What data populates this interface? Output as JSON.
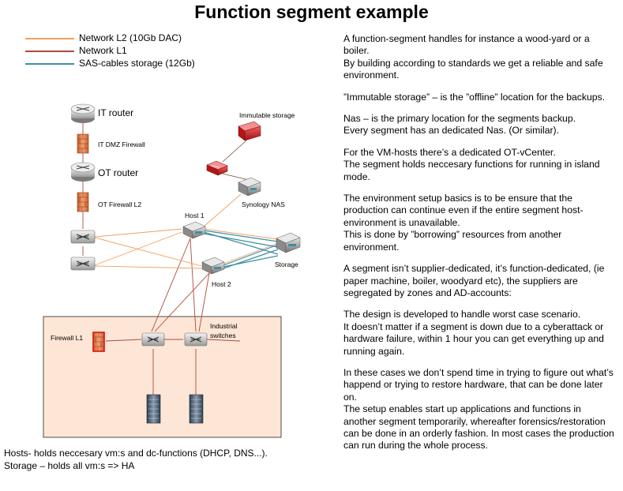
{
  "title": "Function segment example",
  "legend": [
    {
      "label": "Network L2 (10Gb DAC)",
      "color": "#f0a060"
    },
    {
      "label": "Network L1",
      "color": "#b04a3a"
    },
    {
      "label": "SAS-cables storage (12Gb)",
      "color": "#3d8fa0"
    }
  ],
  "diagram": {
    "it_router": "IT router",
    "it_dmz_firewall": "IT DMZ Firewall",
    "ot_router": "OT router",
    "ot_firewall_l2": "OT Firewall L2",
    "immutable_storage": "Immutable storage",
    "synology_nas": "Synology NAS",
    "host1": "Host 1",
    "host2": "Host 2",
    "storage": "Storage",
    "firewall_l1": "Firewall L1",
    "industrial_switches_1": "Industrial",
    "industrial_switches_2": "switches"
  },
  "description": [
    "A function-segment handles for instance a wood-yard or a boiler.\nBy building according to standards we get a reliable and safe environment.",
    "”Immutable storage” – is the ”offline” location for the backups.",
    "Nas – is the primary location for the segments backup.\nEvery segment has an dedicated Nas. (Or similar).",
    "For the VM-hosts there’s a dedicated OT-vCenter.\nThe segment holds neccesary functions for running in island mode.",
    "The environment setup basics is to be ensure that the production can continue even if the entire segment host-environment is unavailable.\nThis is done by ”borrowing” resources from another environment.",
    "A segment isn’t supplier-dedicated, it’s function-dedicated, (ie paper machine, boiler, woodyard etc), the suppliers are segregated by zones and AD-accounts:",
    "The design is developed to handle worst case scenario.\nIt doesn’t matter if a segment is down due to a cyberattack  or hardware failure, within 1 hour you can get everything up and running again.",
    "In these cases we don’t spend time in trying to figure out what’s happend or trying to restore hardware, that can be done later on.\nThe setup enables start up applications and functions in another segment temporarily, whereafter forensics/restoration can be done in an orderly fashion. In most cases the production can run during the whole process."
  ],
  "bottom_notes": [
    "Hosts- holds neccesary vm:s and dc-functions (DHCP, DNS...).",
    "Storage – holds all vm:s => HA"
  ]
}
